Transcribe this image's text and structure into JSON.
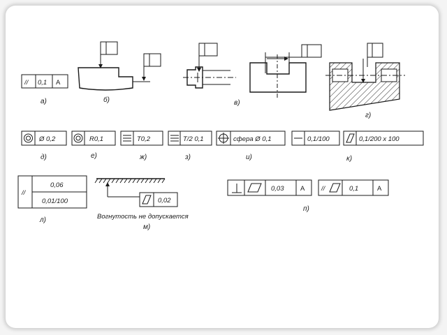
{
  "figures": {
    "a": {
      "letter": "а)",
      "frame": [
        "//",
        "0,1",
        "A"
      ]
    },
    "b": {
      "letter": "б)"
    },
    "v": {
      "letter": "в)"
    },
    "g": {
      "letter": "г)"
    },
    "d": {
      "letter": "д)",
      "value": "Ø 0,2"
    },
    "e": {
      "letter": "е)",
      "value": "R0,1"
    },
    "zh": {
      "letter": "ж)",
      "value": "T0,2"
    },
    "z": {
      "letter": "з)",
      "value": "T/2  0,1"
    },
    "i": {
      "letter": "и)",
      "value": "сфера Ø 0,1"
    },
    "k": {
      "letter": "к)",
      "value1": "0,1/100",
      "value2": "0,1/200 x 100"
    },
    "l": {
      "letter": "л)",
      "sym": "//",
      "top": "0,06",
      "bottom": "0,01/100"
    },
    "m": {
      "letter": "м)",
      "value": "0,02",
      "caption": "Вогнутость не допускается"
    },
    "n": {
      "letter": "п)",
      "value1": "0,03",
      "datum1": "A",
      "value2": "0,1",
      "datum2": "A",
      "sym2": "//"
    }
  }
}
